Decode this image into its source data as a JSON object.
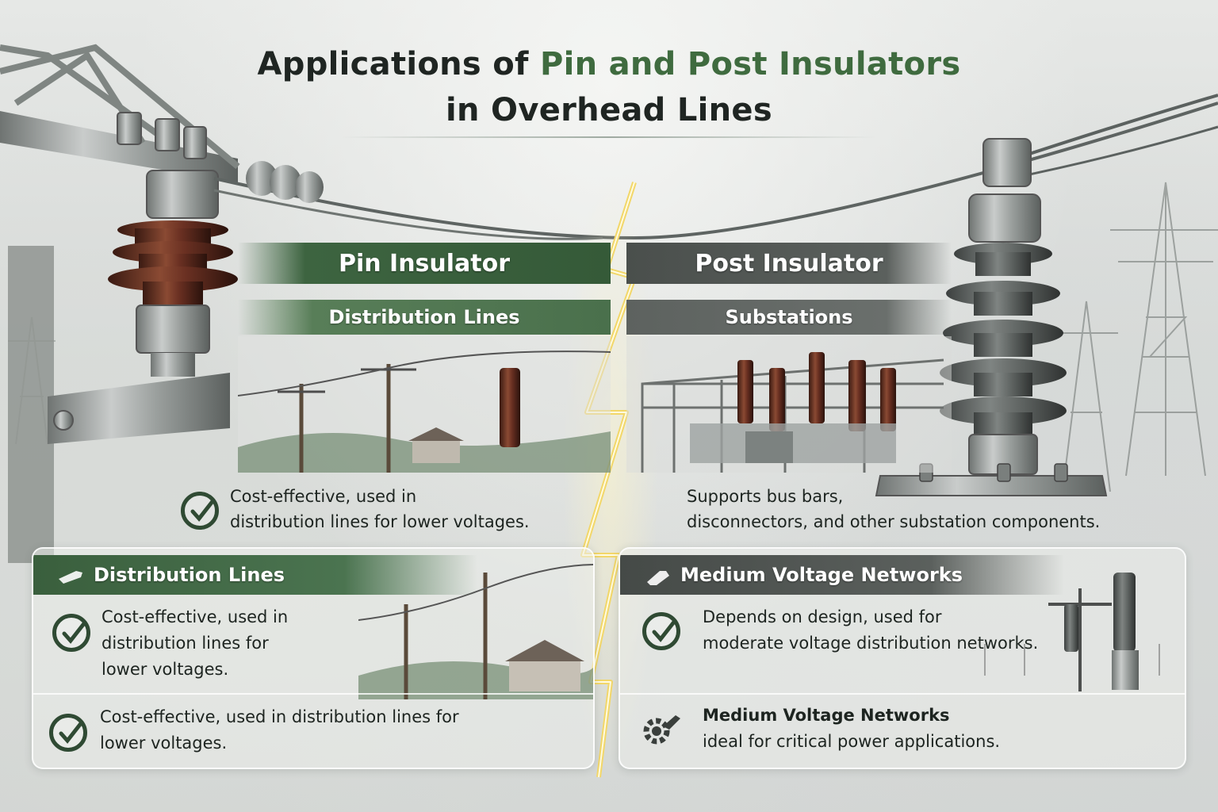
{
  "title": {
    "line1_prefix": "Applications of ",
    "line1_accent": "Pin and Post Insulators",
    "line2": "in Overhead Lines"
  },
  "pin": {
    "header": "Pin Insulator",
    "subheader": "Distribution Lines",
    "description_line1": "Cost-effective, used in",
    "description_line2": "distribution lines for lower voltages."
  },
  "post": {
    "header": "Post Insulator",
    "subheader": "Substations",
    "description_line1": "Supports bus bars,",
    "description_line2": "disconnectors, and other substation components."
  },
  "panel_left": {
    "header": "Distribution Lines",
    "item1_line1": "Cost-effective, used in",
    "item1_line2": "distribution lines for",
    "item1_line3": "lower voltages.",
    "item2_line1": "Cost-effective, used in distribution lines for",
    "item2_line2": "lower voltages."
  },
  "panel_right": {
    "header": "Medium Voltage Networks",
    "item1_line1": "Depends on design, used for",
    "item1_line2": "moderate voltage distribution networks.",
    "item2_title": "Medium Voltage Networks",
    "item2_line2": "ideal for critical power applications."
  },
  "icons": {
    "check": "check-circle-icon",
    "tool": "wrench-icon",
    "gear": "gear-icon"
  },
  "colors": {
    "accent_green": "#3f6b3f",
    "band_green": "#3d6440",
    "band_gray": "#5b605d",
    "lightning": "#f6e58a"
  }
}
